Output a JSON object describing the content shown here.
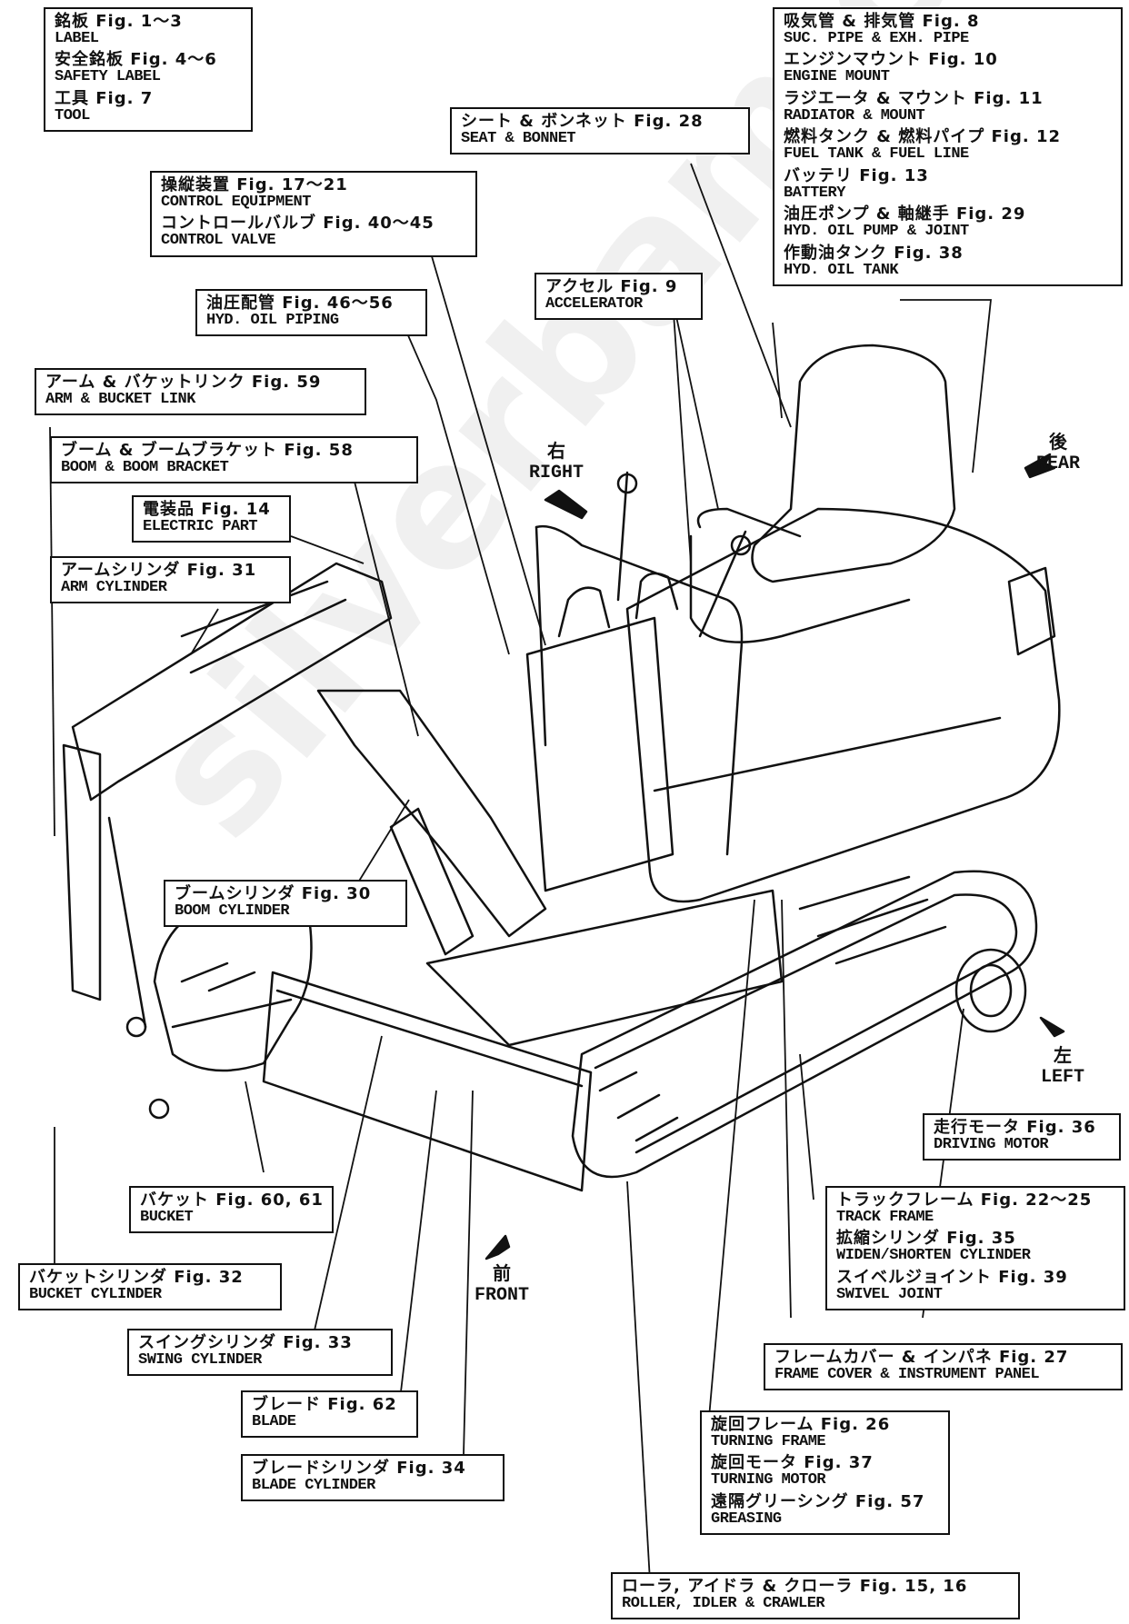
{
  "watermark": "silverbam.co.uk",
  "directions": {
    "right": {
      "jp": "右",
      "en": "RIGHT"
    },
    "rear": {
      "jp": "後",
      "en": "REAR"
    },
    "left": {
      "jp": "左",
      "en": "LEFT"
    },
    "front": {
      "jp": "前",
      "en": "FRONT"
    }
  },
  "labels": {
    "label_group": [
      {
        "jp": "銘板 Fig. 1～3",
        "en": "LABEL"
      },
      {
        "jp": "安全銘板 Fig. 4～6",
        "en": "SAFETY LABEL"
      },
      {
        "jp": "工具 Fig. 7",
        "en": "TOOL"
      }
    ],
    "engine_group": [
      {
        "jp": "吸気管 & 排気管 Fig. 8",
        "en": "SUC. PIPE & EXH. PIPE"
      },
      {
        "jp": "エンジンマウント Fig. 10",
        "en": "ENGINE MOUNT"
      },
      {
        "jp": "ラジエータ & マウント Fig. 11",
        "en": "RADIATOR & MOUNT"
      },
      {
        "jp": "燃料タンク & 燃料パイプ Fig. 12",
        "en": "FUEL TANK & FUEL LINE"
      },
      {
        "jp": "バッテリ Fig. 13",
        "en": "BATTERY"
      },
      {
        "jp": "油圧ポンプ & 軸継手 Fig. 29",
        "en": "HYD. OIL PUMP & JOINT"
      },
      {
        "jp": "作動油タンク Fig. 38",
        "en": "HYD. OIL TANK"
      }
    ],
    "seat": [
      {
        "jp": "シート & ボンネット Fig. 28",
        "en": "SEAT & BONNET"
      }
    ],
    "control": [
      {
        "jp": "操縦装置 Fig. 17～21",
        "en": "CONTROL EQUIPMENT"
      },
      {
        "jp": "コントロールバルブ Fig. 40～45",
        "en": "CONTROL VALVE"
      }
    ],
    "accelerator": [
      {
        "jp": "アクセル Fig. 9",
        "en": "ACCELERATOR"
      }
    ],
    "piping": [
      {
        "jp": "油圧配管 Fig. 46～56",
        "en": "HYD. OIL PIPING"
      }
    ],
    "arm_link": [
      {
        "jp": "アーム & バケットリンク Fig. 59",
        "en": "ARM & BUCKET LINK"
      }
    ],
    "boom": [
      {
        "jp": "ブーム & ブームブラケット Fig. 58",
        "en": "BOOM & BOOM BRACKET"
      }
    ],
    "electric": [
      {
        "jp": "電装品 Fig. 14",
        "en": "ELECTRIC PART"
      }
    ],
    "arm_cyl": [
      {
        "jp": "アームシリンダ Fig. 31",
        "en": "ARM CYLINDER"
      }
    ],
    "boom_cyl": [
      {
        "jp": "ブームシリンダ Fig. 30",
        "en": "BOOM CYLINDER"
      }
    ],
    "bucket": [
      {
        "jp": "バケット Fig. 60, 61",
        "en": "BUCKET"
      }
    ],
    "bucket_cyl": [
      {
        "jp": "バケットシリンダ Fig. 32",
        "en": "BUCKET CYLINDER"
      }
    ],
    "swing_cyl": [
      {
        "jp": "スイングシリンダ Fig. 33",
        "en": "SWING CYLINDER"
      }
    ],
    "blade": [
      {
        "jp": "ブレード Fig. 62",
        "en": "BLADE"
      }
    ],
    "blade_cyl": [
      {
        "jp": "ブレードシリンダ Fig. 34",
        "en": "BLADE CYLINDER"
      }
    ],
    "driving_motor": [
      {
        "jp": "走行モータ Fig. 36",
        "en": "DRIVING MOTOR"
      }
    ],
    "track_group": [
      {
        "jp": "トラックフレーム Fig. 22～25",
        "en": "TRACK FRAME"
      },
      {
        "jp": "拡縮シリンダ Fig. 35",
        "en": "WIDEN/SHORTEN CYLINDER"
      },
      {
        "jp": "スイベルジョイント Fig. 39",
        "en": "SWIVEL JOINT"
      }
    ],
    "frame_cover": [
      {
        "jp": "フレームカバー & インパネ Fig. 27",
        "en": "FRAME COVER & INSTRUMENT PANEL"
      }
    ],
    "turning_group": [
      {
        "jp": "旋回フレーム Fig. 26",
        "en": "TURNING FRAME"
      },
      {
        "jp": "旋回モータ Fig. 37",
        "en": "TURNING MOTOR"
      },
      {
        "jp": "遠隔グリーシング Fig. 57",
        "en": "GREASING"
      }
    ],
    "roller": [
      {
        "jp": "ローラ, アイドラ & クローラ Fig. 15, 16",
        "en": "ROLLER, IDLER & CRAWLER"
      }
    ]
  }
}
